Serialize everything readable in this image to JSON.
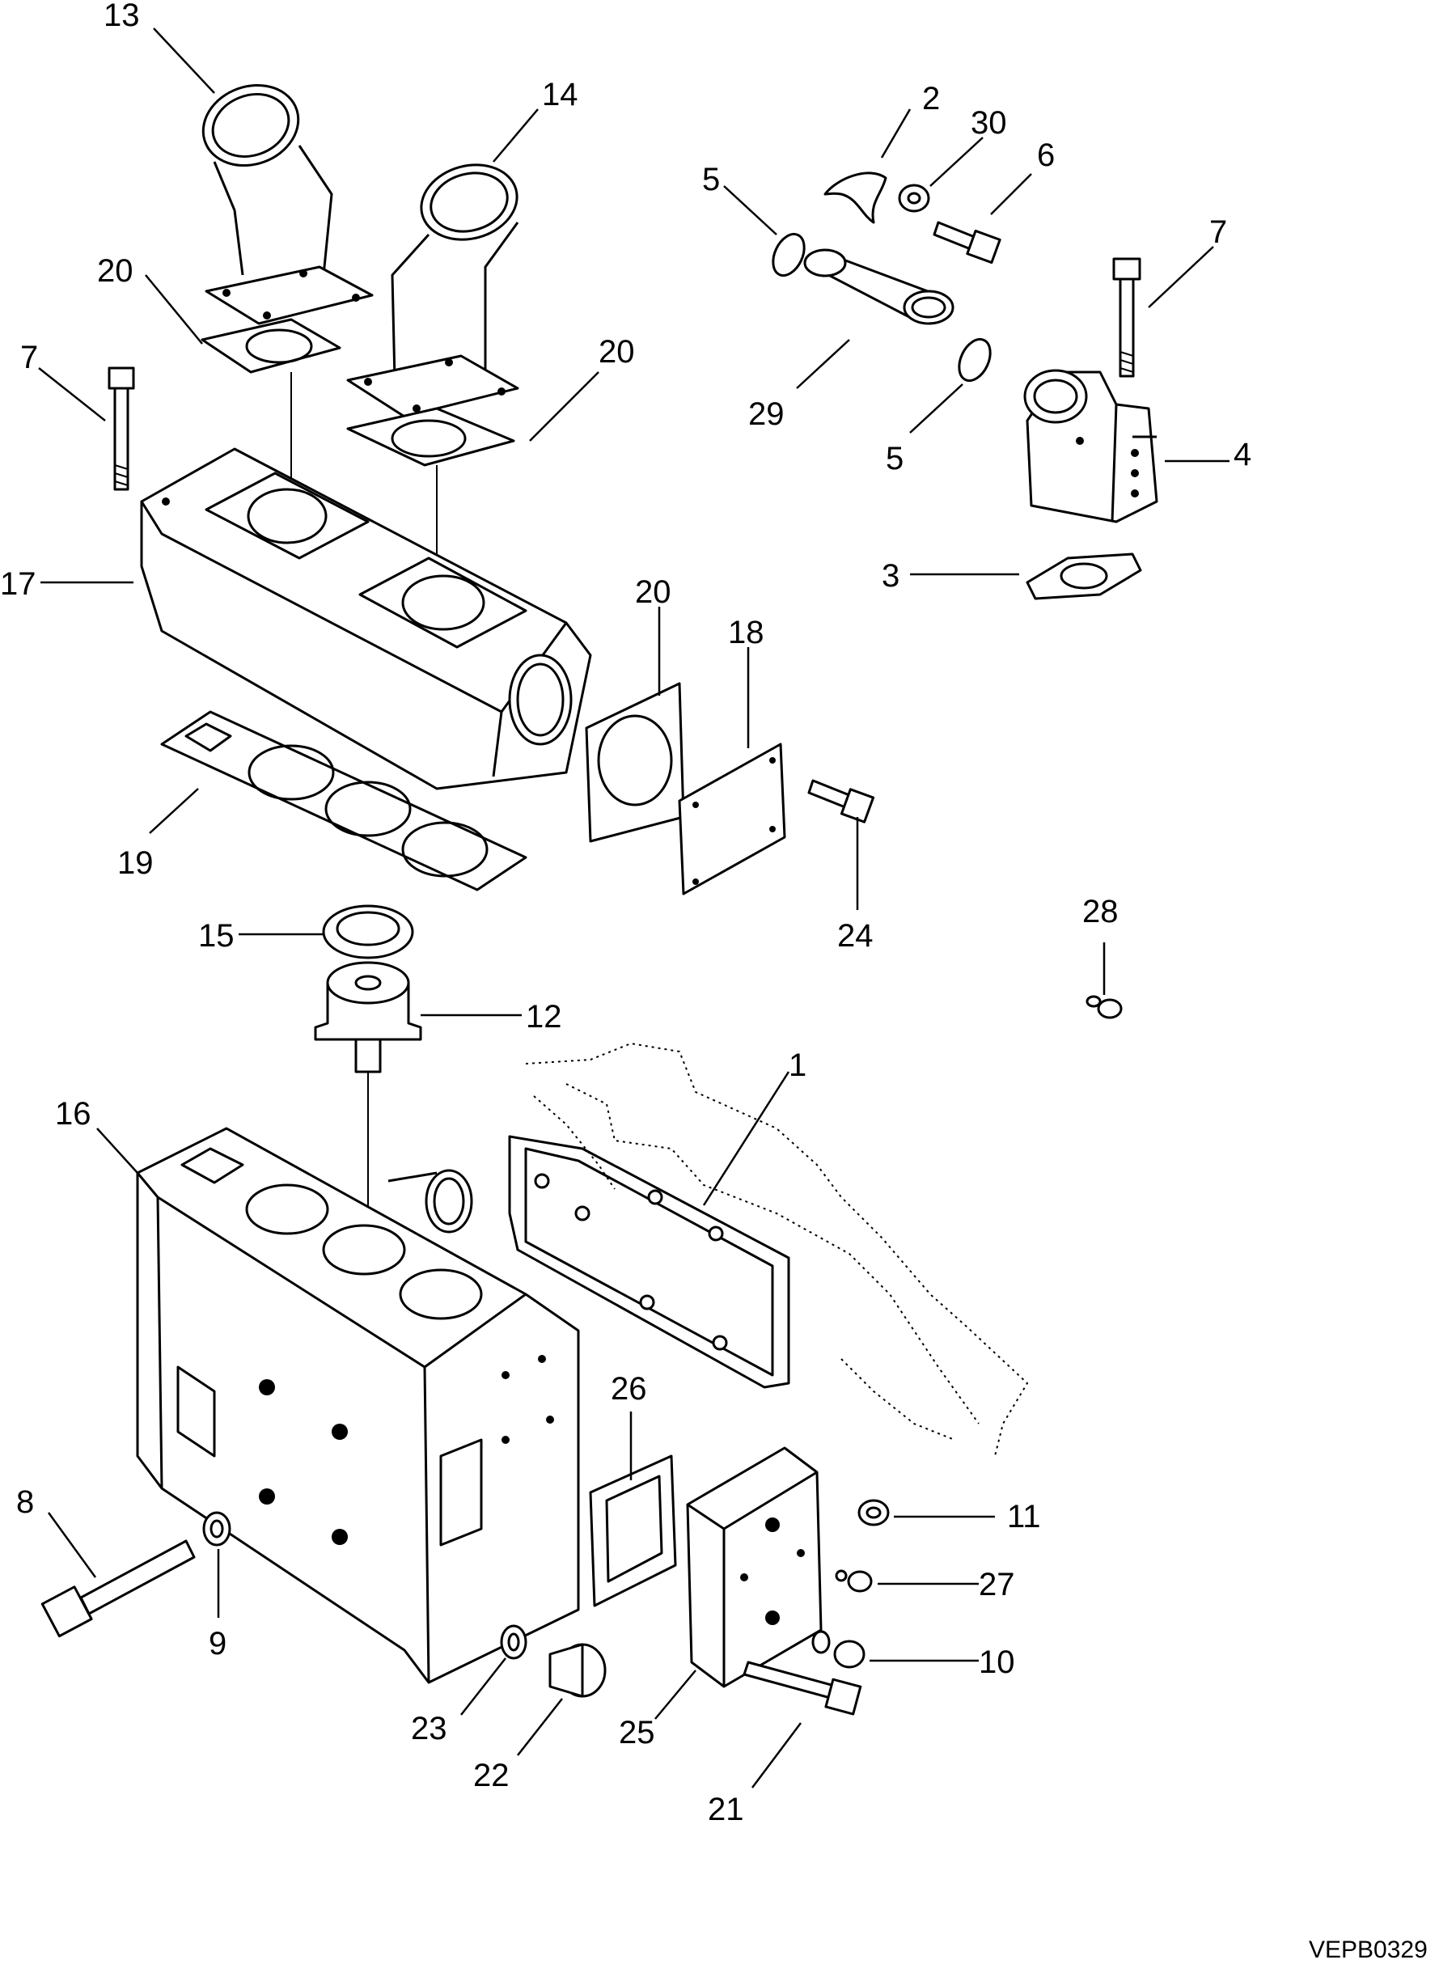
{
  "drawing_code": "VEPB0329",
  "callouts": {
    "c1": "1",
    "c2": "2",
    "c3": "3",
    "c4": "4",
    "c5a": "5",
    "c5b": "5",
    "c6": "6",
    "c7a": "7",
    "c7b": "7",
    "c8": "8",
    "c9": "9",
    "c10": "10",
    "c11": "11",
    "c12": "12",
    "c13": "13",
    "c14": "14",
    "c15": "15",
    "c16": "16",
    "c17": "17",
    "c18": "18",
    "c19": "19",
    "c20a": "20",
    "c20b": "20",
    "c20c": "20",
    "c21": "21",
    "c22": "22",
    "c23": "23",
    "c24": "24",
    "c25": "25",
    "c26": "26",
    "c27": "27",
    "c28": "28",
    "c29": "29",
    "c30": "30"
  }
}
